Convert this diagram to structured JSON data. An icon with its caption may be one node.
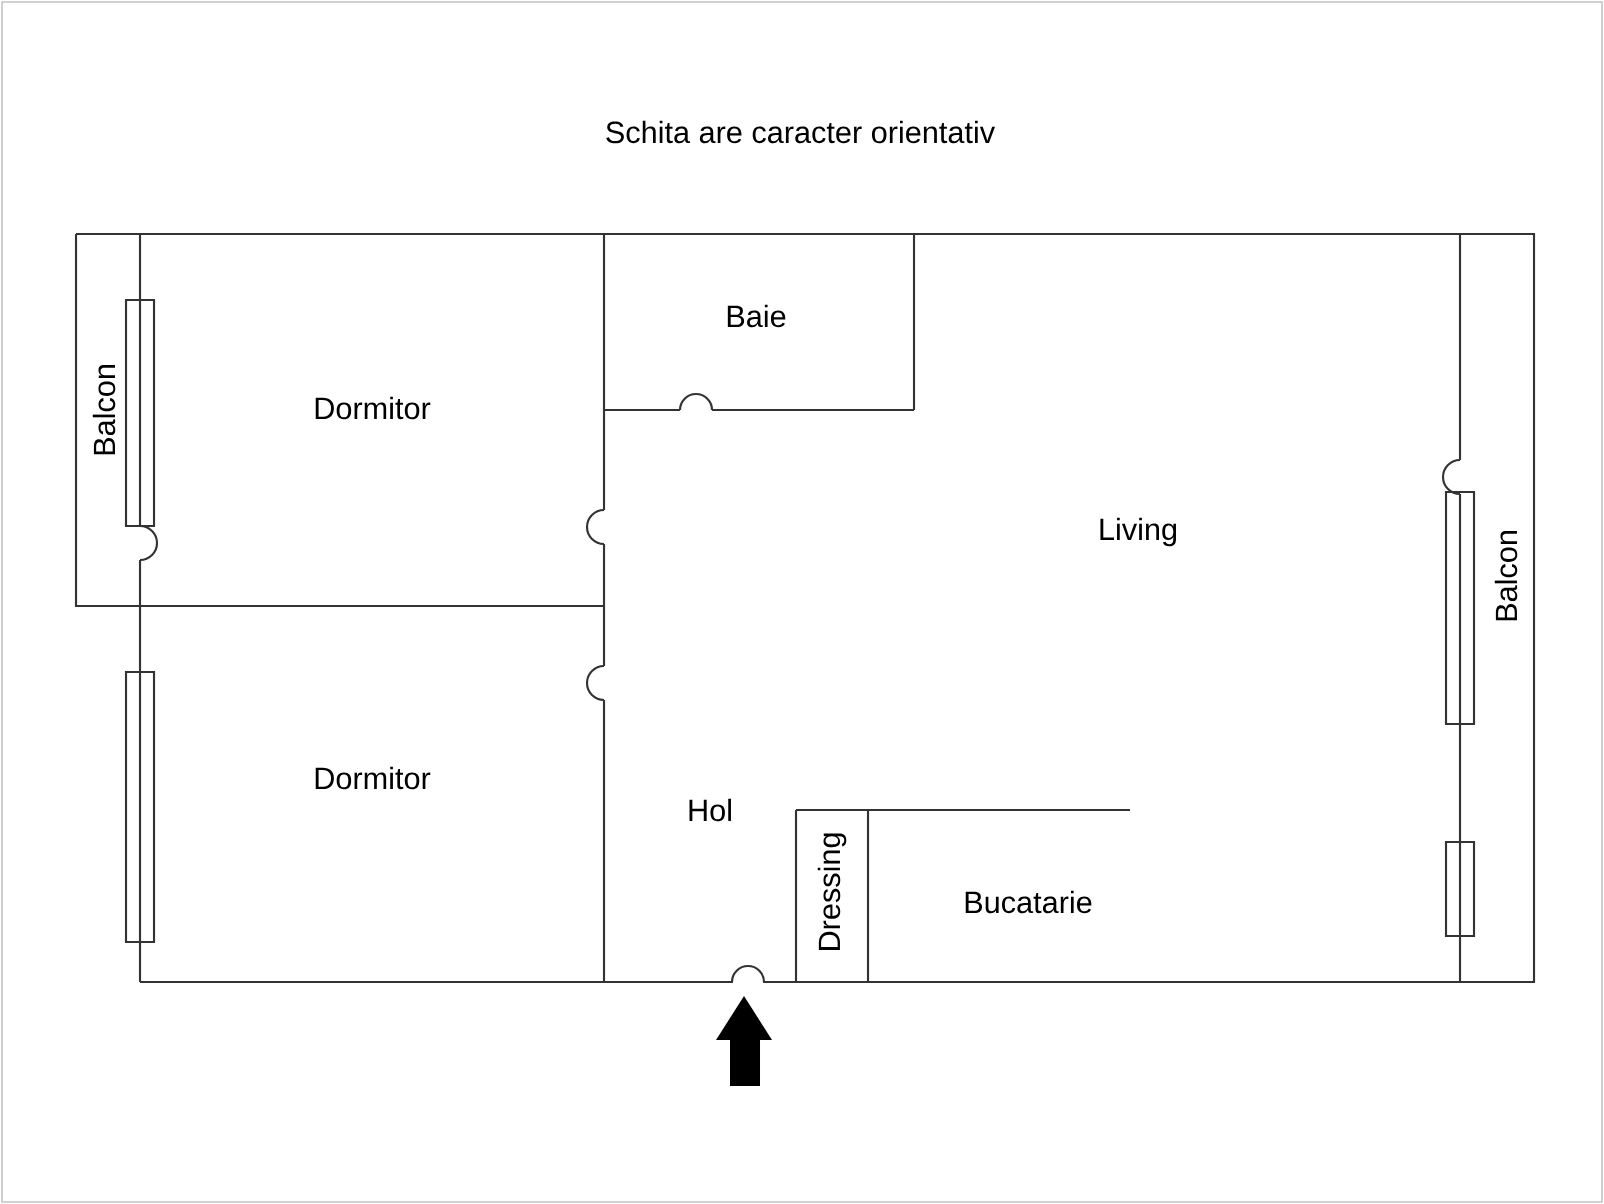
{
  "diagram": {
    "title": "Schita are caracter orientativ",
    "labels": [
      "Balcon",
      "Dormitor",
      "Baie",
      "Living",
      "Balcon",
      "Dormitor",
      "Hol",
      "Dressing",
      "Bucatarie"
    ]
  }
}
